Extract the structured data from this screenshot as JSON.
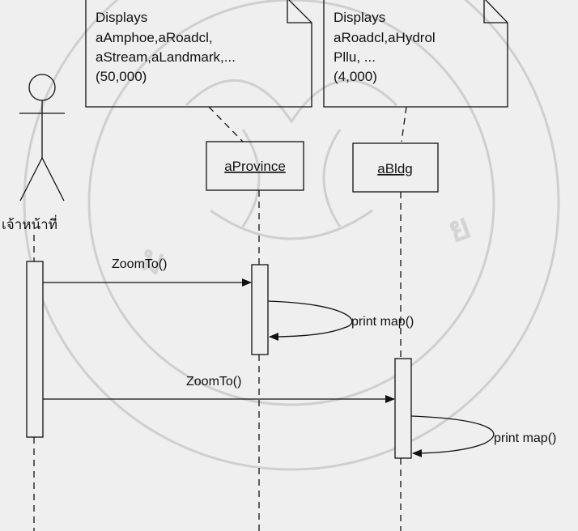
{
  "notes": [
    {
      "lines": [
        "Displays",
        "aAmphoe,aRoadcl,",
        "aStream,aLandmark,...",
        "(50,000)"
      ]
    },
    {
      "lines": [
        "Displays",
        "aRoadcl,aHydrol",
        "Pllu, ...",
        "(4,000)"
      ]
    }
  ],
  "actor": {
    "label": "เจ้าหน้าที่"
  },
  "objects": [
    {
      "label": "aProvince"
    },
    {
      "label": "aBldg"
    }
  ],
  "messages": [
    {
      "label": "ZoomTo()"
    },
    {
      "label": "print map()"
    },
    {
      "label": "ZoomTo()"
    },
    {
      "label": "print map()"
    }
  ]
}
